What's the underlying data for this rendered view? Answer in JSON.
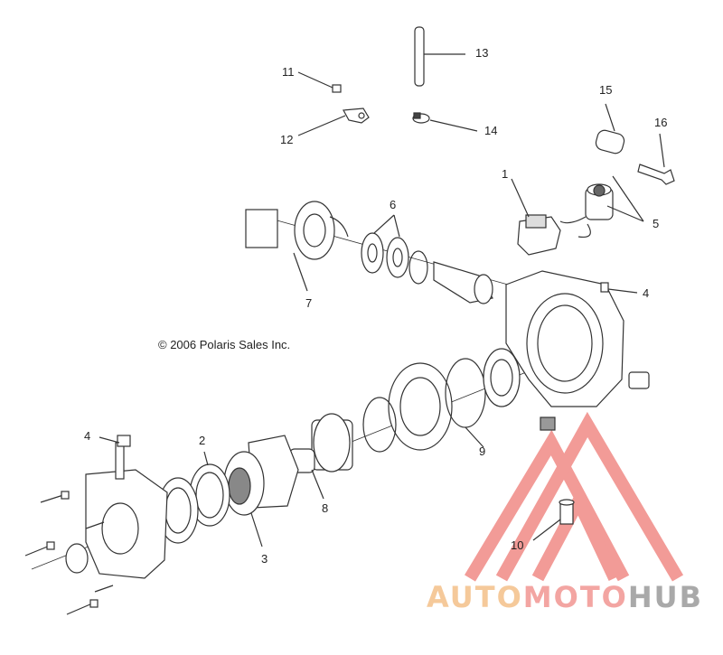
{
  "copyright": "© 2006 Polaris Sales Inc.",
  "watermark": {
    "part1": "AUTO",
    "part2": "MOTO",
    "part3": "HUB"
  },
  "callouts": [
    {
      "id": "1",
      "label": "1"
    },
    {
      "id": "2",
      "label": "2"
    },
    {
      "id": "3",
      "label": "3"
    },
    {
      "id": "4a",
      "label": "4"
    },
    {
      "id": "4b",
      "label": "4"
    },
    {
      "id": "5",
      "label": "5"
    },
    {
      "id": "6",
      "label": "6"
    },
    {
      "id": "7",
      "label": "7"
    },
    {
      "id": "8",
      "label": "8"
    },
    {
      "id": "9",
      "label": "9"
    },
    {
      "id": "10",
      "label": "10"
    },
    {
      "id": "11",
      "label": "11"
    },
    {
      "id": "12",
      "label": "12"
    },
    {
      "id": "13",
      "label": "13"
    },
    {
      "id": "14",
      "label": "14"
    },
    {
      "id": "15",
      "label": "15"
    },
    {
      "id": "16",
      "label": "16"
    }
  ],
  "colors": {
    "line": "#333333",
    "watermark_red": "#f08a86",
    "watermark_orange": "#f5c99a",
    "watermark_gray": "#a9a9a9"
  }
}
